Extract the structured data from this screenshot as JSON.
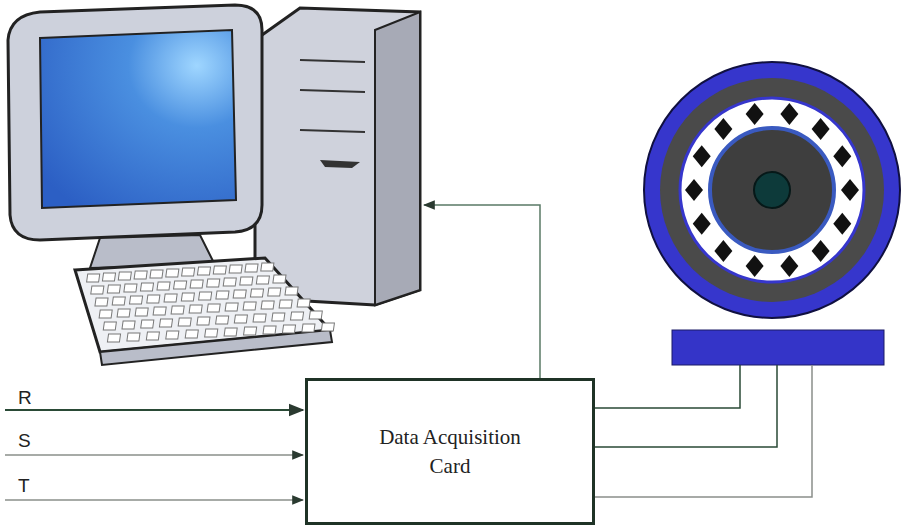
{
  "diagram": {
    "nodes": [
      {
        "text": [
          "Data Acquisition Card"
        ]
      }
    ],
    "labels": [
      "R",
      "S",
      "T"
    ]
  }
}
